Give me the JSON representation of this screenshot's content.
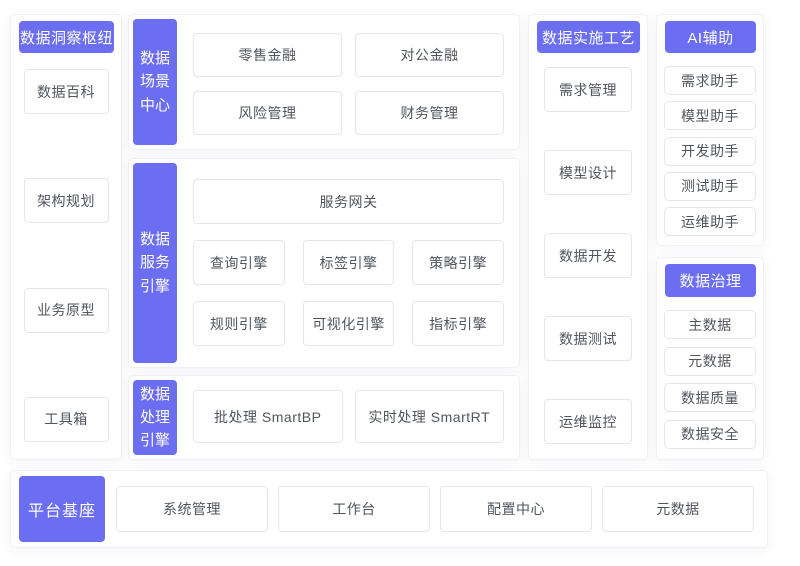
{
  "accent": "#6b6ef0",
  "sections": {
    "insight_hub": {
      "title": "数据洞察枢纽",
      "items": [
        "数据百科",
        "架构规划",
        "业务原型",
        "工具箱"
      ]
    },
    "scene_center": {
      "title": "数据场景中心",
      "items": [
        "零售金融",
        "对公金融",
        "风险管理",
        "财务管理"
      ]
    },
    "service_engine": {
      "title": "数据服务引擎",
      "gateway": "服务网关",
      "items": [
        "查询引擎",
        "标签引擎",
        "策略引擎",
        "规则引擎",
        "可视化引擎",
        "指标引擎"
      ]
    },
    "processing_engine": {
      "title": "数据处理引擎",
      "items": [
        "批处理 SmartBP",
        "实时处理  SmartRT"
      ]
    },
    "implementation": {
      "title": "数据实施工艺",
      "items": [
        "需求管理",
        "模型设计",
        "数据开发",
        "数据测试",
        "运维监控"
      ]
    },
    "ai_assist": {
      "title": "AI辅助",
      "items": [
        "需求助手",
        "模型助手",
        "开发助手",
        "测试助手",
        "运维助手"
      ]
    },
    "governance": {
      "title": "数据治理",
      "items": [
        "主数据",
        "元数据",
        "数据质量",
        "数据安全"
      ]
    },
    "platform_base": {
      "title": "平台基座",
      "items": [
        "系统管理",
        "工作台",
        "配置中心",
        "元数据"
      ]
    }
  }
}
